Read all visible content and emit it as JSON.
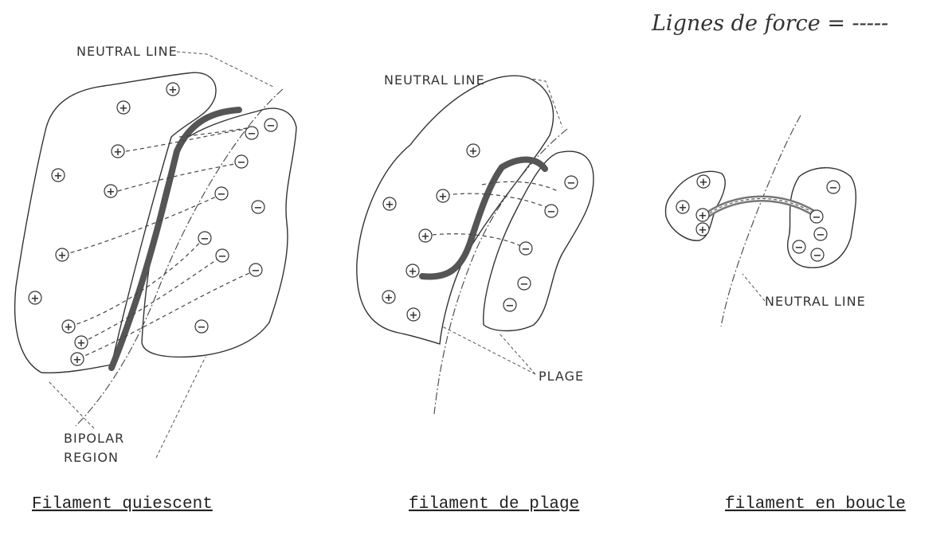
{
  "legend": {
    "text": "Lignes de force = -----"
  },
  "panels": [
    {
      "id": "quiescent",
      "caption": "Filament quiescent",
      "neutral_line_label": "NEUTRAL LINE",
      "bipolar_label_line1": "BIPOLAR",
      "bipolar_label_line2": "REGION"
    },
    {
      "id": "plage",
      "caption": "filament de plage",
      "neutral_line_label": "NEUTRAL LINE",
      "plage_label": "PLAGE"
    },
    {
      "id": "boucle",
      "caption": "filament en boucle",
      "neutral_line_label": "NEUTRAL LINE"
    }
  ],
  "symbols": {
    "positive": "+",
    "negative": "−"
  }
}
